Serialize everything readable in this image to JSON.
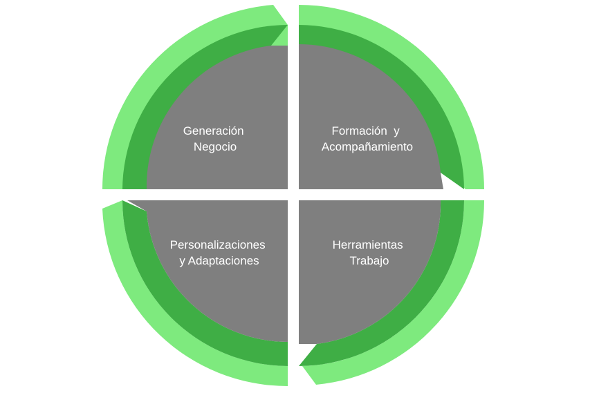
{
  "colors": {
    "outer_ring": "#7EEA7E",
    "inner_ring": "#3FAE45",
    "core": "#7F7F7F",
    "label": "#FFFFFF",
    "background": "#FFFFFF"
  },
  "quadrants": [
    {
      "id": "top-left",
      "lines": [
        "Generación",
        "Negocio"
      ]
    },
    {
      "id": "top-right",
      "lines": [
        "Formación  y",
        "Acompañamiento"
      ]
    },
    {
      "id": "bottom-left",
      "lines": [
        "Personalizaciones",
        "y Adaptaciones"
      ]
    },
    {
      "id": "bottom-right",
      "lines": [
        "Herramientas",
        "Trabajo"
      ]
    }
  ]
}
